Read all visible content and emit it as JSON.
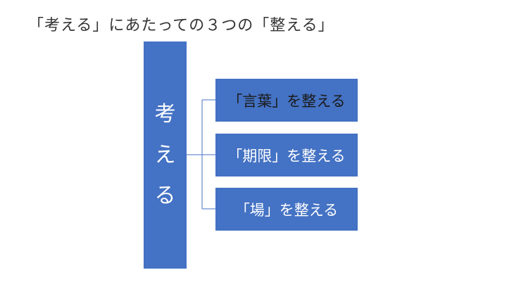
{
  "title": "「考える」にあたっての３つの「整える」",
  "root": {
    "chars": [
      "考",
      "え",
      "る"
    ]
  },
  "children": [
    {
      "label": "「言葉」を整える"
    },
    {
      "label": "「期限」を整える"
    },
    {
      "label": "「場」を整える"
    }
  ],
  "colors": {
    "box_fill": "#4472c4",
    "connector": "#4472c4",
    "title_text": "#333333"
  }
}
